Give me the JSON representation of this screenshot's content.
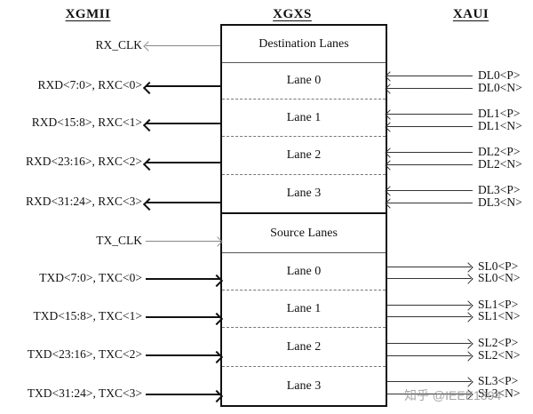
{
  "columns": {
    "xgmii_title": "XGMII",
    "xgxs_title": "XGXS",
    "xaui_title": "XAUI"
  },
  "xgxs": {
    "destination_header": "Destination Lanes",
    "source_header": "Source Lanes",
    "destination_lanes": [
      "Lane 0",
      "Lane 1",
      "Lane 2",
      "Lane 3"
    ],
    "source_lanes": [
      "Lane 0",
      "Lane 1",
      "Lane 2",
      "Lane 3"
    ]
  },
  "xgmii": {
    "rx_clk": "RX_CLK",
    "rx": [
      "RXD<7:0>, RXC<0>",
      "RXD<15:8>, RXC<1>",
      "RXD<23:16>, RXC<2>",
      "RXD<31:24>, RXC<3>"
    ],
    "tx_clk": "TX_CLK",
    "tx": [
      "TXD<7:0>, TXC<0>",
      "TXD<15:8>, TXC<1>",
      "TXD<23:16>, TXC<2>",
      "TXD<31:24>, TXC<3>"
    ]
  },
  "xaui": {
    "dl": [
      "DL0<P>",
      "DL0<N>",
      "DL1<P>",
      "DL1<N>",
      "DL2<P>",
      "DL2<N>",
      "DL3<P>",
      "DL3<N>"
    ],
    "sl": [
      "SL0<P>",
      "SL0<N>",
      "SL1<P>",
      "SL1<N>",
      "SL2<P>",
      "SL2<N>",
      "SL3<P>",
      "SL3<N>"
    ]
  },
  "watermark": "知乎 @IEEE1394",
  "colors": {
    "signal": "#111111",
    "clock_line": "#878787",
    "xaui_line": "#333333",
    "background": "#ffffff"
  }
}
